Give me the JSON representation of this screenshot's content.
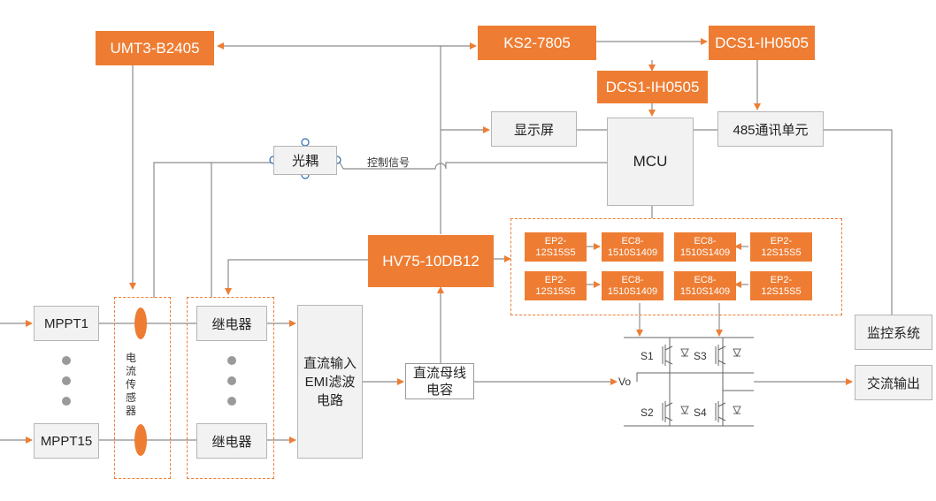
{
  "nodes": {
    "umt3": "UMT3-B2405",
    "ks2": "KS2-7805",
    "dcs1_top": "DCS1-IH0505",
    "dcs1_mid": "DCS1-IH0505",
    "display": "显示屏",
    "mcu": "MCU",
    "rs485": "485通讯单元",
    "optocoupler": "光耦",
    "control_signal": "控制信号",
    "hv75": "HV75-10DB12",
    "ep2_1": "EP2-\n12S15S5",
    "ec8_1": "EC8-\n1510S1409",
    "ec8_2": "EC8-\n1510S1409",
    "ep2_2": "EP2-\n12S15S5",
    "ep2_3": "EP2-\n12S15S5",
    "ec8_3": "EC8-\n1510S1409",
    "ec8_4": "EC8-\n1510S1409",
    "ep2_4": "EP2-\n12S15S5",
    "mppt1": "MPPT1",
    "mppt15": "MPPT15",
    "current_sensor": "电流传感器",
    "relay_1": "继电器",
    "relay_2": "继电器",
    "emi_line1": "直流输入",
    "emi_line2": "EMI滤波",
    "emi_line3": "电路",
    "dc_bus_line1": "直流母线",
    "dc_bus_line2": "电容",
    "monitor": "监控系统",
    "ac_output": "交流输出",
    "vo": "Vo",
    "s1": "S1",
    "s2": "S2",
    "s3": "S3",
    "s4": "S4"
  },
  "colors": {
    "accent": "#ee7d33",
    "line": "#8c8c8c",
    "box_fill": "#f2f2f2"
  }
}
